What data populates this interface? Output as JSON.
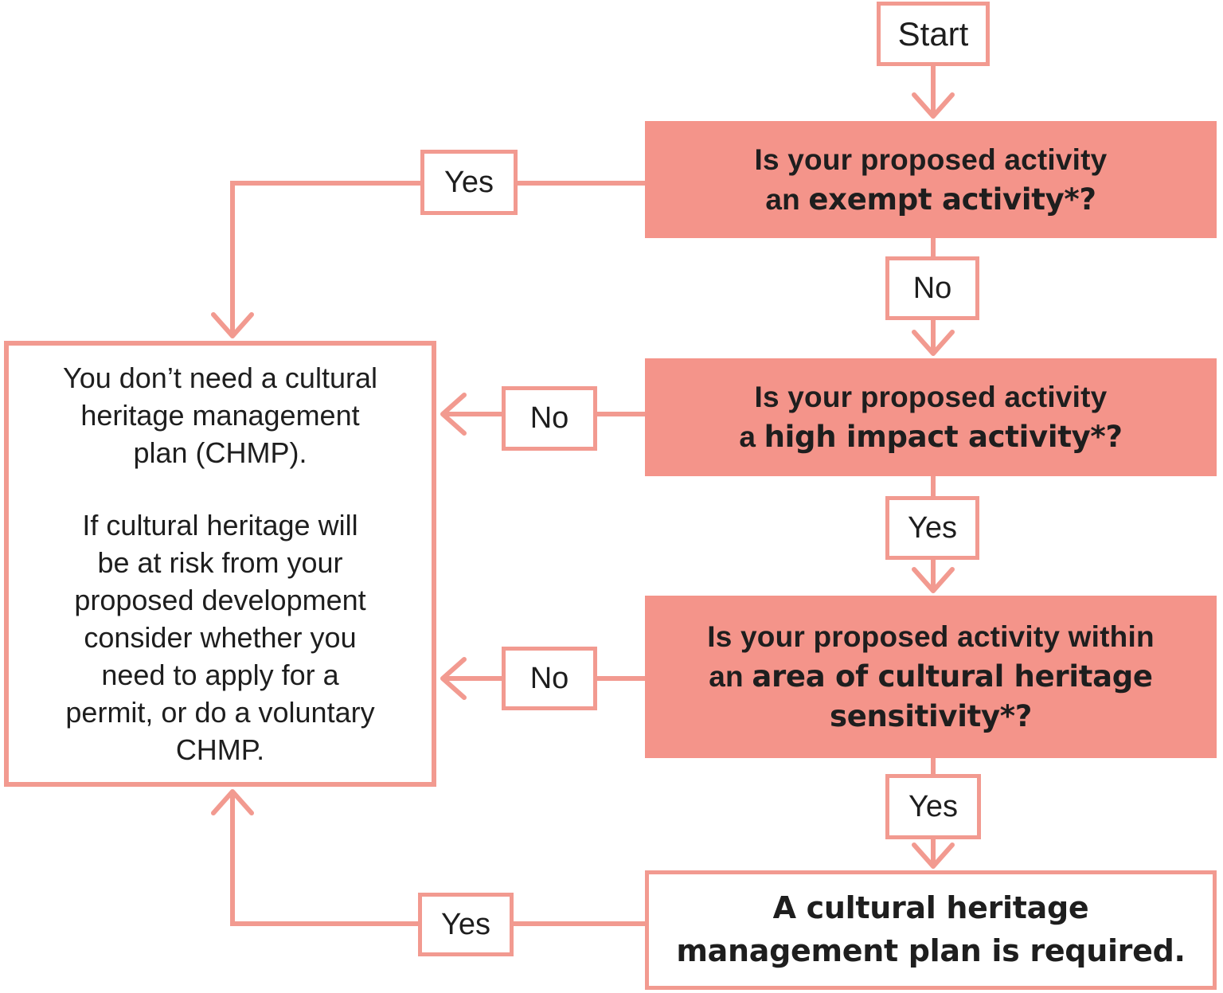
{
  "palette": {
    "salmon_fill": "#f4948a",
    "salmon_line": "#f29a90",
    "text_color": "#1e1e1e"
  },
  "nodes": {
    "start": {
      "label": "Start"
    },
    "q_exempt": {
      "lines": [
        [
          {
            "t": "Is your proposed activity",
            "b": false
          }
        ],
        [
          {
            "t": "an ",
            "b": false
          },
          {
            "t": "exempt activity*?",
            "b": true
          }
        ]
      ]
    },
    "q_high_impact": {
      "lines": [
        [
          {
            "t": "Is your proposed activity",
            "b": false
          }
        ],
        [
          {
            "t": "a ",
            "b": false
          },
          {
            "t": "high impact activity*?",
            "b": true
          }
        ]
      ]
    },
    "q_sensitivity": {
      "lines": [
        [
          {
            "t": "Is your proposed activity within",
            "b": false
          }
        ],
        [
          {
            "t": "an ",
            "b": false
          },
          {
            "t": "area of cultural heritage",
            "b": true
          }
        ],
        [
          {
            "t": "sensitivity*?",
            "b": true
          }
        ]
      ]
    },
    "no_chmp_needed": {
      "paragraphs": [
        [
          "You don’t need a cultural",
          "heritage management",
          "plan (CHMP)."
        ],
        [
          "If cultural heritage will",
          "be at risk from your",
          "proposed development",
          "consider whether you",
          "need to apply for a",
          "permit, or do a voluntary",
          "CHMP."
        ]
      ]
    },
    "chmp_required": {
      "lines": [
        [
          {
            "t": "A cultural heritage",
            "b": true
          }
        ],
        [
          {
            "t": "management plan is required.",
            "b": true
          }
        ]
      ]
    }
  },
  "edge_labels": {
    "exempt_yes": "Yes",
    "exempt_no": "No",
    "high_impact_no": "No",
    "high_impact_yes": "Yes",
    "sensitivity_no": "No",
    "sensitivity_yes": "Yes",
    "required_yes": "Yes"
  }
}
